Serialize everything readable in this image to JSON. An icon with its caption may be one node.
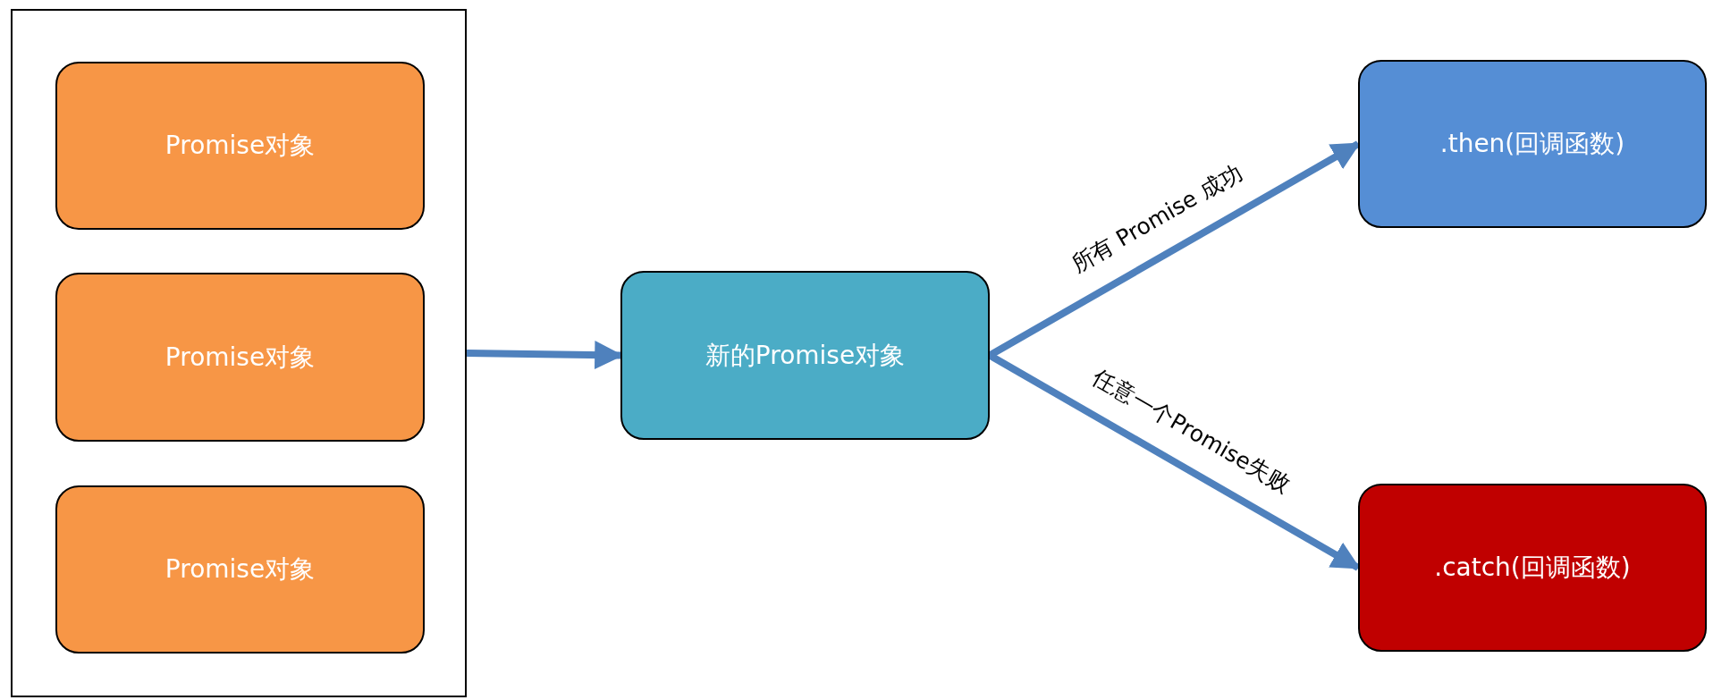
{
  "diagram": {
    "nodes": [
      {
        "text": [],
        "shape": "box"
      },
      {
        "text": [
          "Promise对象"
        ],
        "in": 0
      },
      {
        "text": [
          "Promise对象"
        ],
        "in": 0
      },
      {
        "text": [
          "Promise对象"
        ],
        "in": 0
      },
      {
        "text": [
          "新的Promise对象"
        ]
      },
      {
        "text": [
          ".then(回调函数)"
        ]
      },
      {
        "text": [
          ".catch(回调函数)"
        ]
      }
    ],
    "edges": [
      {
        "from": 0,
        "to": 4,
        "arrow": "to"
      },
      {
        "from": 4,
        "to": 5,
        "arrow": "to",
        "label": "所有 Promise 成功"
      },
      {
        "from": 4,
        "to": 6,
        "arrow": "to",
        "label": "任意一个Promise失败"
      }
    ]
  }
}
